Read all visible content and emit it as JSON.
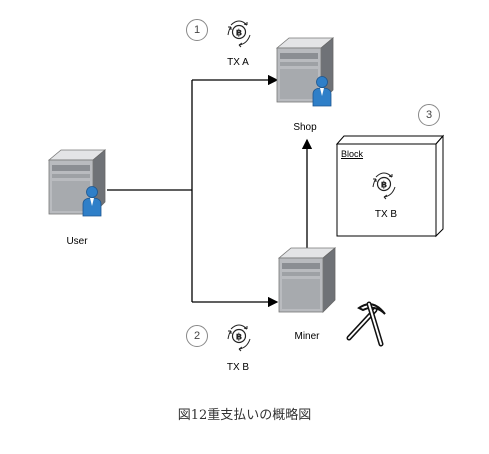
{
  "nodes": {
    "user": {
      "label": "User"
    },
    "shop": {
      "label": "Shop"
    },
    "miner": {
      "label": "Miner"
    }
  },
  "transactions": {
    "tx_a": {
      "label": "TX A",
      "step": "1"
    },
    "tx_b": {
      "label": "TX B",
      "step": "2"
    }
  },
  "block": {
    "title": "Block",
    "tx_label": "TX B",
    "step": "3"
  },
  "icons": {
    "server": "server-icon",
    "person": "person-icon",
    "coin": "bitcoin-cycle-icon",
    "pickaxe": "pickaxe-icon"
  },
  "colors": {
    "person": "#2f7fc8",
    "server_body": "#b9bbbf",
    "server_front": "#7d8086"
  },
  "caption": "図12重支払いの概略図"
}
